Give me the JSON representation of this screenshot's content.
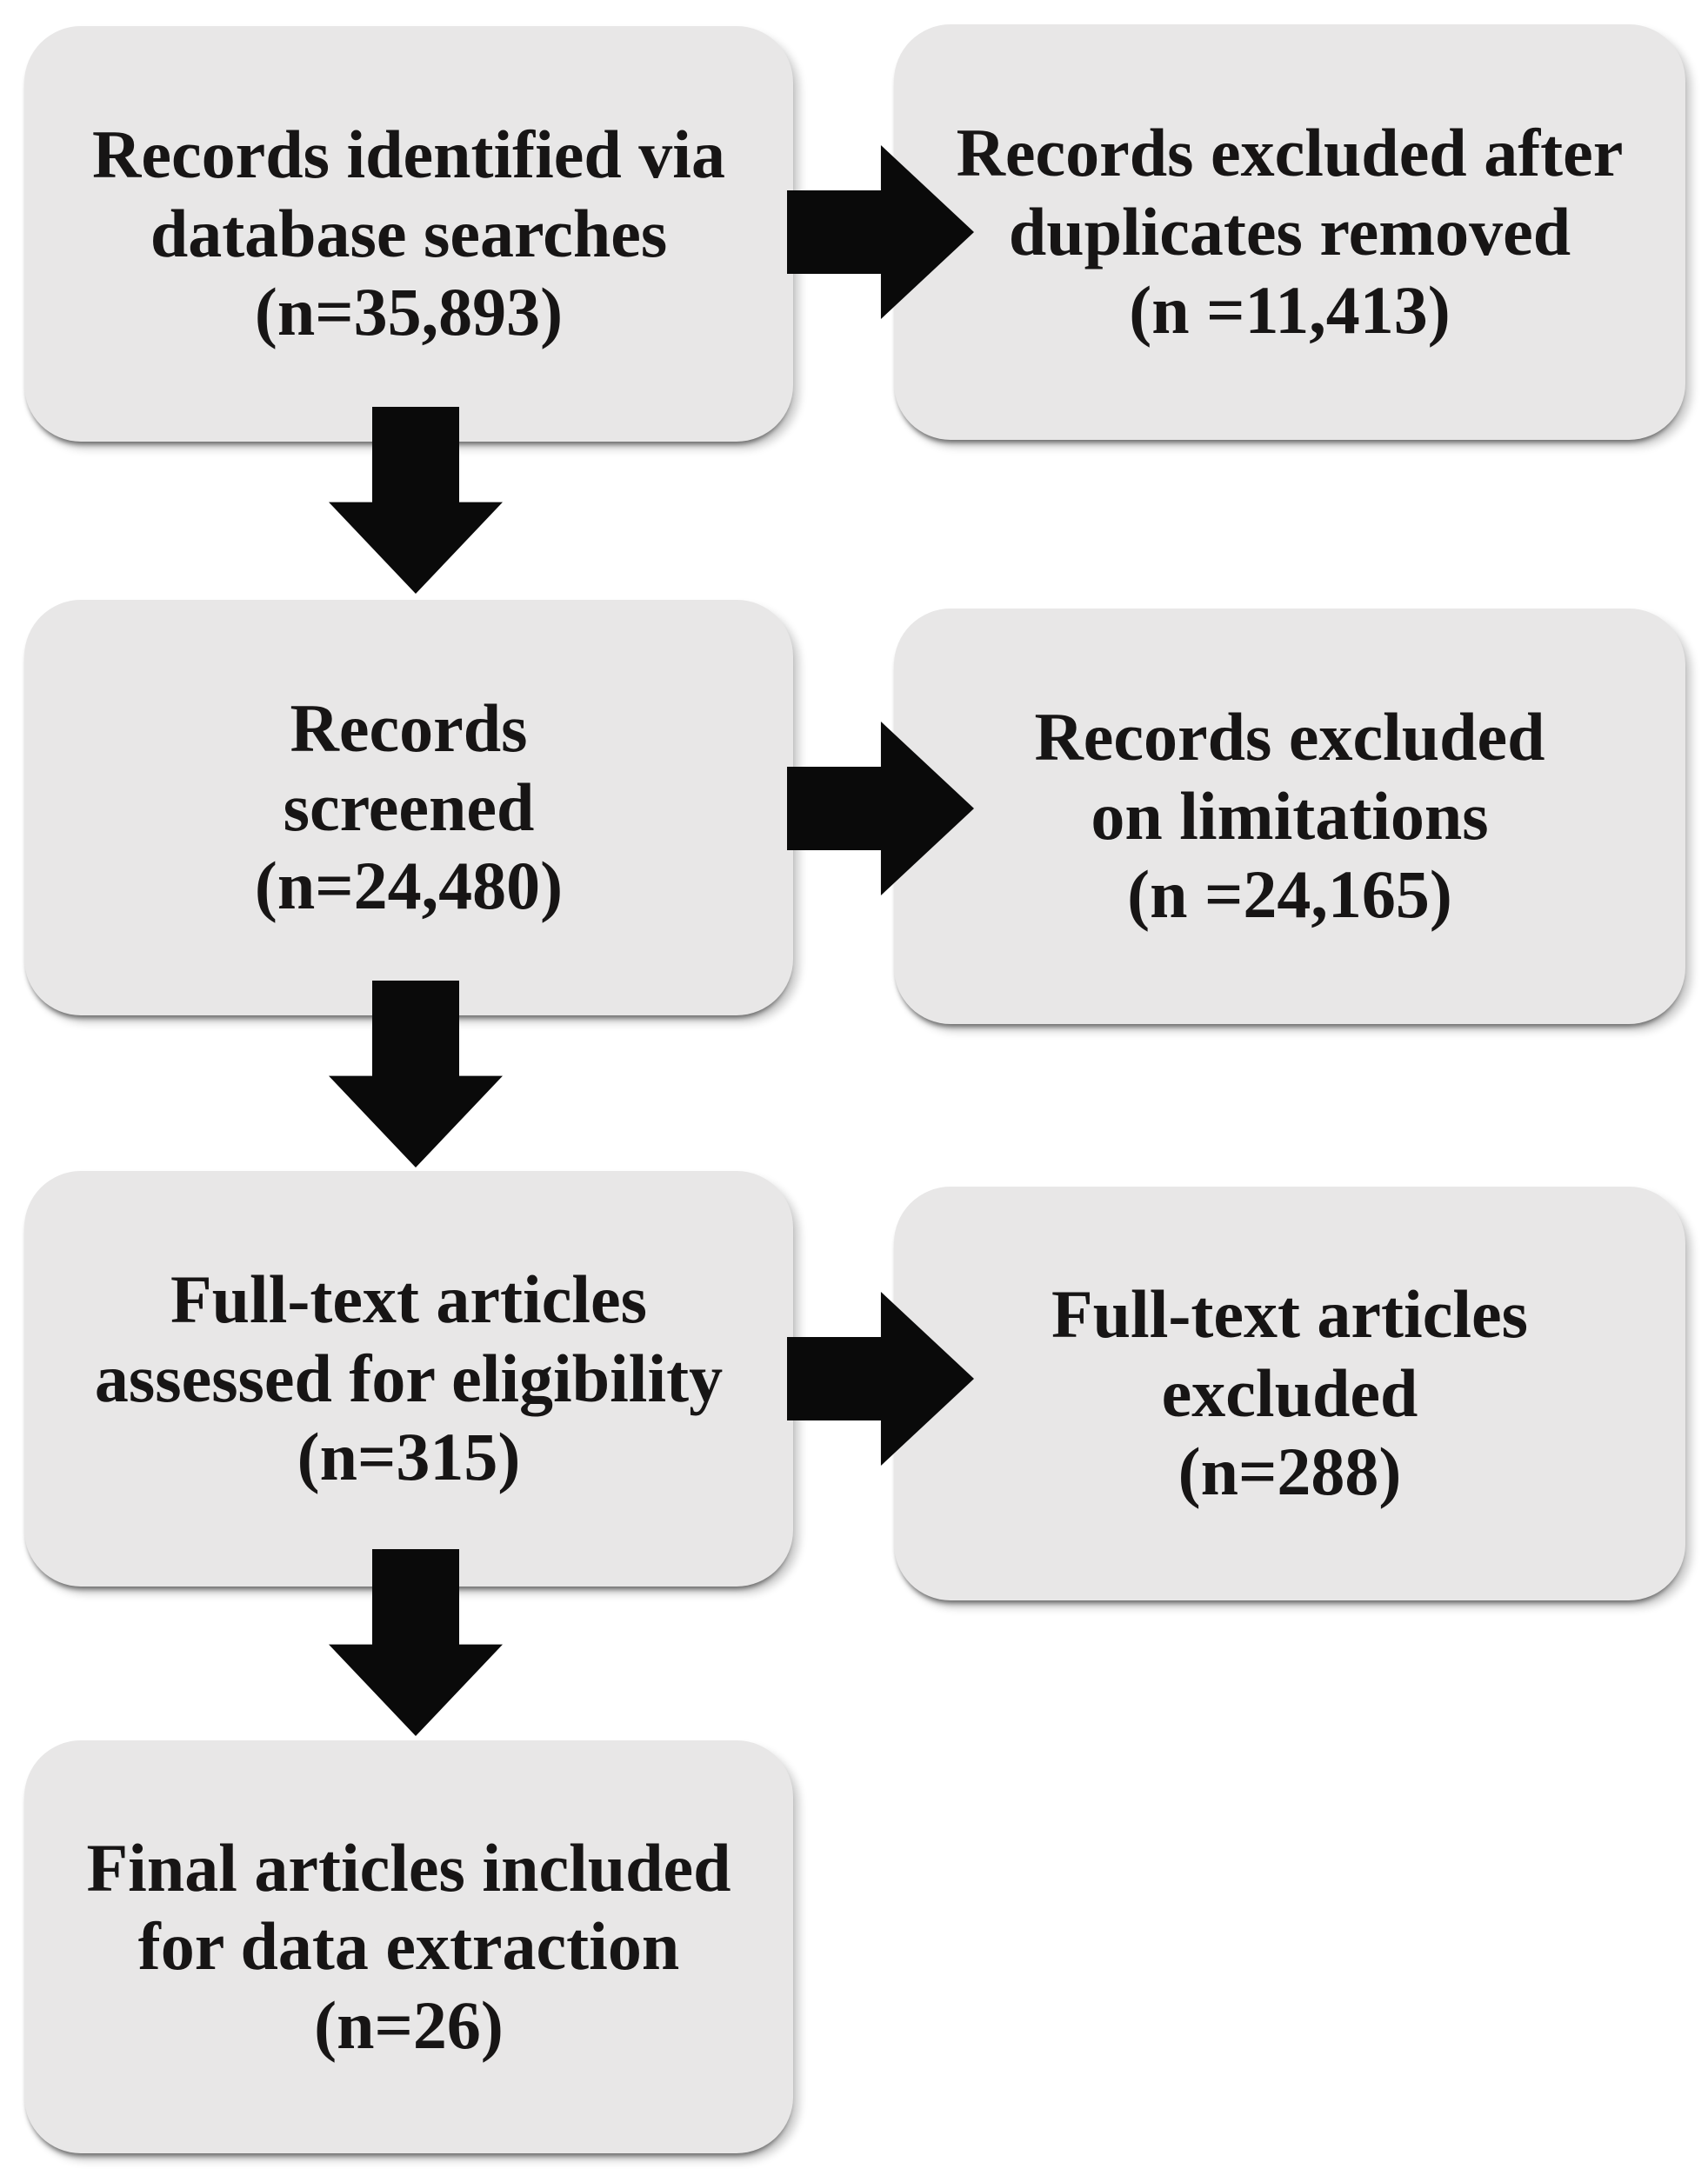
{
  "diagram": {
    "type": "flowchart",
    "boxes": [
      {
        "name": "records-identified",
        "lines": [
          "Records identified via",
          "database searches",
          "(n=35,893)"
        ]
      },
      {
        "name": "records-excluded-duplicates",
        "lines": [
          "Records excluded after",
          "duplicates removed",
          "(n =11,413)"
        ]
      },
      {
        "name": "records-screened",
        "lines": [
          "Records",
          "screened",
          "(n=24,480)"
        ]
      },
      {
        "name": "records-excluded-limitations",
        "lines": [
          "Records excluded",
          "on limitations",
          "(n =24,165)"
        ]
      },
      {
        "name": "fulltext-assessed",
        "lines": [
          "Full-text articles",
          "assessed for eligibility",
          "(n=315)"
        ]
      },
      {
        "name": "fulltext-excluded",
        "lines": [
          "Full-text articles",
          "excluded",
          "(n=288)"
        ]
      },
      {
        "name": "final-articles-included",
        "lines": [
          "Final articles included",
          "for data extraction",
          "(n=26)"
        ]
      }
    ],
    "arrows": [
      {
        "name": "arrow-identified-to-duplicates-excluded",
        "direction": "right"
      },
      {
        "name": "arrow-identified-to-screened",
        "direction": "down"
      },
      {
        "name": "arrow-screened-to-limitations-excluded",
        "direction": "right"
      },
      {
        "name": "arrow-screened-to-assessed",
        "direction": "down"
      },
      {
        "name": "arrow-assessed-to-fulltext-excluded",
        "direction": "right"
      },
      {
        "name": "arrow-assessed-to-final-included",
        "direction": "down"
      }
    ]
  },
  "colors": {
    "background": "#ffffff",
    "box_fill": "#e8e7e7",
    "arrow": "#0a0a0a",
    "text": "#171515"
  }
}
